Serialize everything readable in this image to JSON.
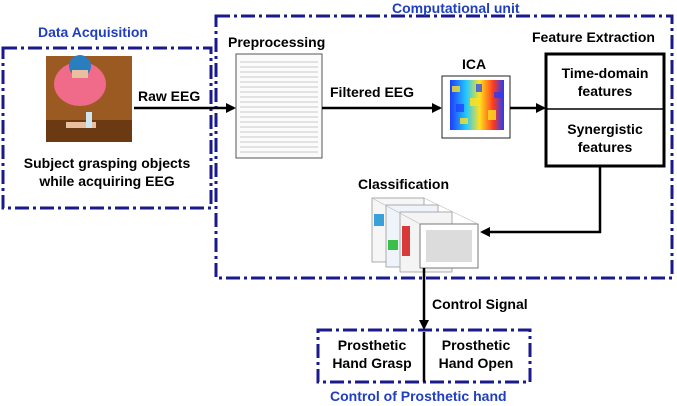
{
  "colors": {
    "frame": "#1a1a8c",
    "title_blue": "#1f3fbf",
    "arrow": "#000000"
  },
  "data_acquisition": {
    "title": "Data Acquisition",
    "caption_line1": "Subject grasping objects",
    "caption_line2": "while acquiring EEG",
    "photo_icon": "person-photo"
  },
  "computational_unit": {
    "title": "Computational unit",
    "preprocessing": "Preprocessing",
    "ica": "ICA",
    "feature_extraction": "Feature Extraction",
    "time_domain_line1": "Time-domain",
    "time_domain_line2": "features",
    "synergistic_line1": "Synergistic",
    "synergistic_line2": "features",
    "classification": "Classification"
  },
  "arrows": {
    "raw_eeg": "Raw EEG",
    "filtered_eeg": "Filtered EEG",
    "control_signal": "Control Signal"
  },
  "prosthetic": {
    "title": "Control of Prosthetic hand",
    "grasp_line1": "Prosthetic",
    "grasp_line2": "Hand Grasp",
    "open_line1": "Prosthetic",
    "open_line2": "Hand Open"
  }
}
